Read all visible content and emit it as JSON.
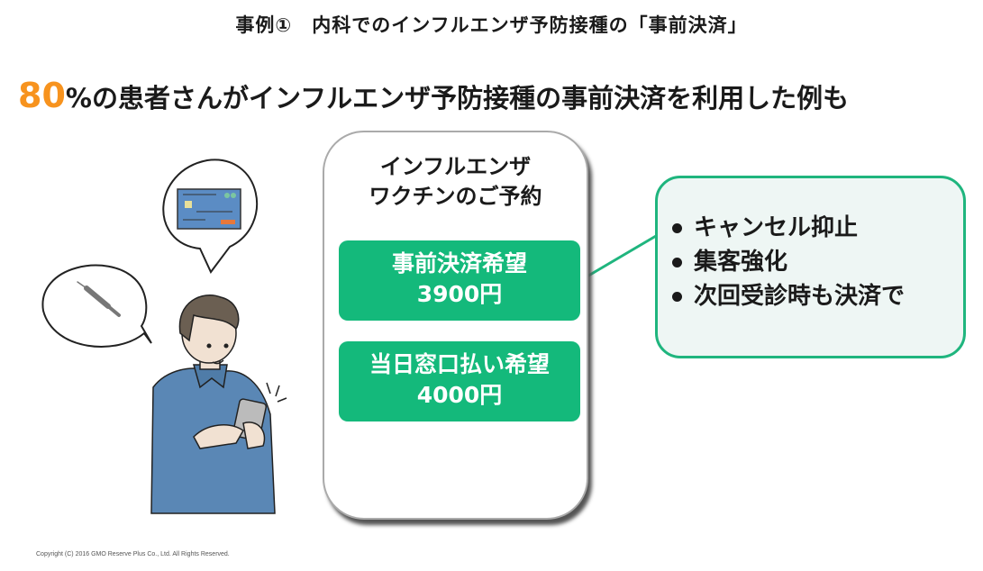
{
  "title": "事例①　内科でのインフルエンザ予防接種の「事前決済」",
  "headline": {
    "number": "80",
    "rest": "%の患者さんがインフルエンザ予防接種の事前決済を利用した例も"
  },
  "phone": {
    "title_line1": "インフルエンザ",
    "title_line2": "ワクチンのご予約",
    "options": [
      {
        "label": "事前決済希望",
        "price": "3900円"
      },
      {
        "label": "当日窓口払い希望",
        "price": "4000円"
      }
    ]
  },
  "benefits": [
    "キャンセル抑止",
    "集客強化",
    "次回受診時も決済で"
  ],
  "copyright": "Copyright (C) 2016 GMO Reserve Plus Co., Ltd. All Rights Reserved.",
  "colors": {
    "accent": "#f7931e",
    "green": "#14b97b",
    "callout_border": "#1fb57e"
  }
}
